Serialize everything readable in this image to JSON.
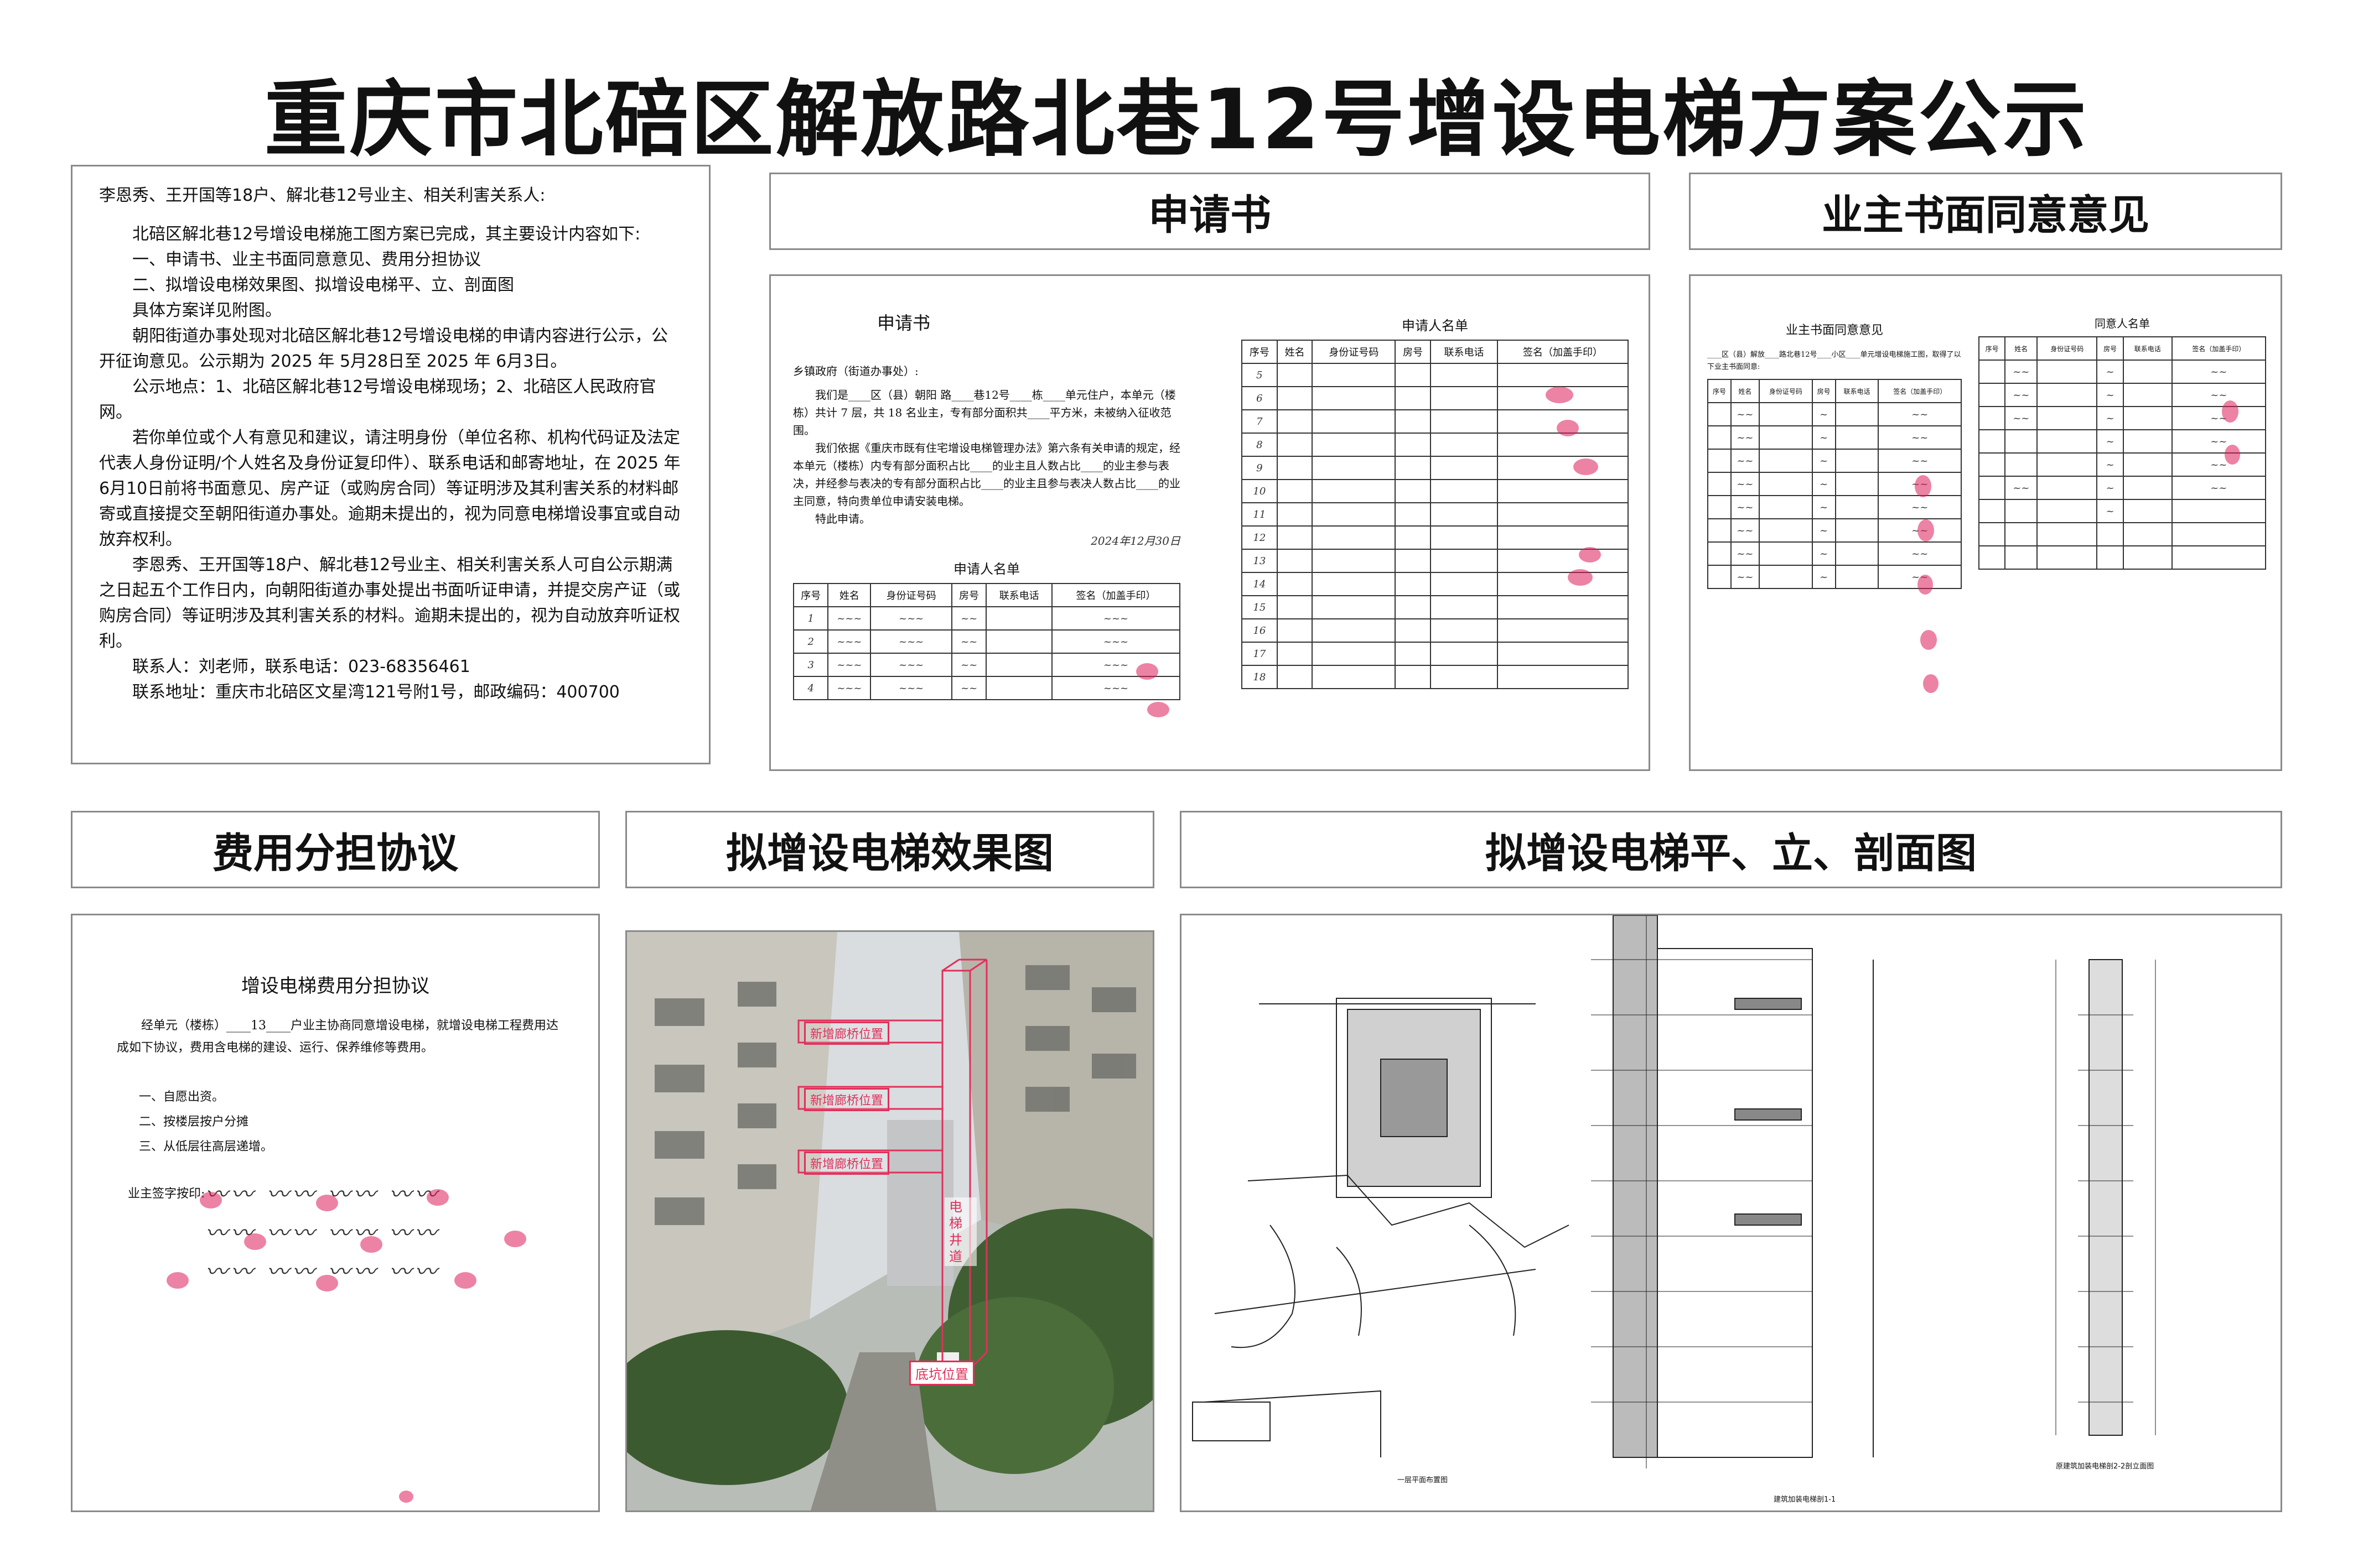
{
  "title": "重庆市北碚区解放路北巷12号增设电梯方案公示",
  "notice": {
    "lines": [
      "李恩秀、王开国等18户、解北巷12号业主、相关利害关系人:",
      "北碚区解北巷12号增设电梯施工图方案已完成，其主要设计内容如下:",
      "一、申请书、业主书面同意意见、费用分担协议",
      "二、拟增设电梯效果图、拟增设电梯平、立、剖面图",
      "具体方案详见附图。",
      "朝阳街道办事处现对北碚区解北巷12号增设电梯的申请内容进行公示，公开征询意见。公示期为 2025 年 5月28日至 2025 年 6月3日。",
      "公示地点：1、北碚区解北巷12号增设电梯现场；2、北碚区人民政府官网。",
      "若你单位或个人有意见和建议，请注明身份（单位名称、机构代码证及法定代表人身份证明/个人姓名及身份证复印件）、联系电话和邮寄地址，在 2025 年 6月10日前将书面意见、房产证（或购房合同）等证明涉及其利害关系的材料邮寄或直接提交至朝阳街道办事处。逾期未提出的，视为同意电梯增设事宜或自动放弃权利。",
      "李恩秀、王开国等18户、解北巷12号业主、相关利害关系人可自公示期满之日起五个工作日内，向朝阳街道办事处提出书面听证申请，并提交房产证（或购房合同）等证明涉及其利害关系的材料。逾期未提出的，视为自动放弃听证权利。",
      "联系人：刘老师，联系电话：023-68356461",
      "联系地址：重庆市北碚区文星湾121号附1号，邮政编码：400700"
    ]
  },
  "sections": {
    "application": "申请书",
    "consent": "业主书面同意意见",
    "cost": "费用分担协议",
    "rendering": "拟增设电梯效果图",
    "drawings": "拟增设电梯平、立、剖面图"
  },
  "application_doc": {
    "heading": "申请书",
    "to": "乡镇政府（街道办事处）:",
    "body": [
      "我们是____区（县）朝阳 路____巷12号____栋____单元住户，本单元（楼栋）共计 7 层，共 18 名业主，专有部分面积共____平方米，未被纳入征收范围。",
      "我们依据《重庆市既有住宅增设电梯管理办法》第六条有关申请的规定，经本单元（楼栋）内专有部分面积占比____的业主且人数占比____的业主参与表决，并经参与表决的专有部分面积占比____的业主且参与表决人数占比____的业主同意，特向贵单位申请安装电梯。",
      "特此申请。"
    ],
    "date": "2024年12月30日",
    "list_title": "申请人名单",
    "columns": [
      "序号",
      "姓名",
      "身份证号码",
      "房号",
      "联系电话",
      "签名（加盖手印）"
    ]
  },
  "applicant_list": {
    "heading": "申请人名单",
    "columns": [
      "序号",
      "姓名",
      "身份证号码",
      "房号",
      "联系电话",
      "签名（加盖手印）"
    ],
    "numbers": [
      "5",
      "6",
      "7",
      "8",
      "9",
      "10",
      "11",
      "12",
      "13",
      "14",
      "15",
      "16",
      "17",
      "18"
    ]
  },
  "consent_doc": {
    "heading": "业主书面同意意见",
    "intro": "____区（县）解放____路北巷12号____小区____单元增设电梯施工图，取得了以下业主书面同意:",
    "columns": [
      "序号",
      "姓名",
      "身份证号码",
      "房号",
      "联系电话",
      "签名（加盖手印）"
    ],
    "list_title": "同意人名单",
    "list_columns": [
      "序号",
      "姓名",
      "身份证号码",
      "房号",
      "联系电话",
      "签名（加盖手印）"
    ]
  },
  "cost_doc": {
    "heading": "增设电梯费用分担协议",
    "body": "经单元（楼栋）____13____户业主协商同意增设电梯，就增设电梯工程费用达成如下协议，费用含电梯的建设、运行、保养维修等费用。",
    "items": [
      "一、自愿出资。",
      "二、按楼层按户分摊",
      "三、从低层往高层递增。"
    ],
    "sign_label": "业主签字按印:"
  },
  "rendering_tags": {
    "corridor1": "新增廊桥位置",
    "corridor2": "新增廊桥位置",
    "corridor3": "新增廊桥位置",
    "shaft": "电梯井道",
    "pit": "底坑位置"
  },
  "drawing_captions": {
    "plan": "一层平面布置图",
    "section": "建筑加装电梯剖1-1",
    "elevation": "原建筑加装电梯剖2-2剖立面图"
  }
}
